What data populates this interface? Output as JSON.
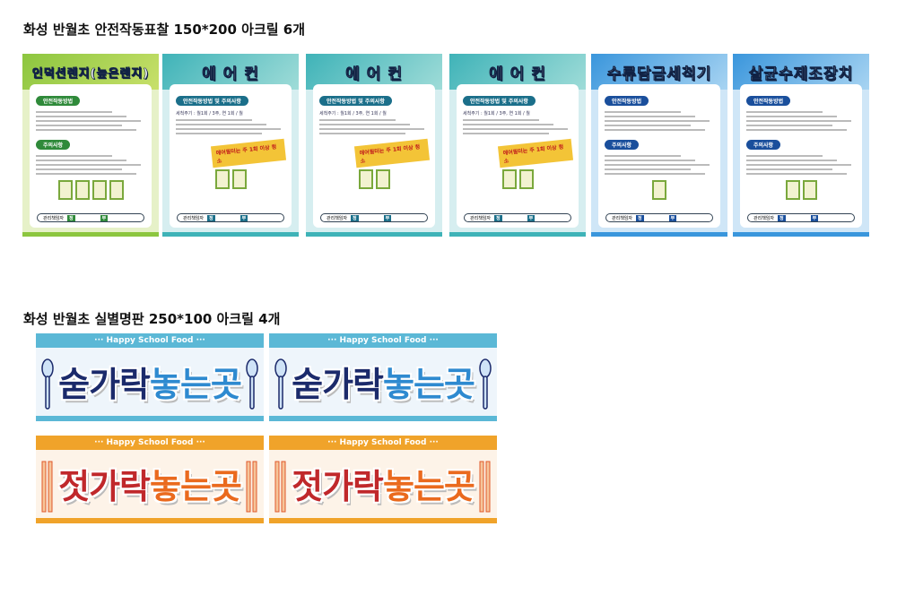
{
  "section1": {
    "heading": "화성 반월초 안전작동표찰 150*200 아크릴 6개"
  },
  "section2": {
    "heading": "화성 반월초 실별명판 250*100 아크릴 4개"
  },
  "panels": [
    {
      "title": "인덕션렌지(높은렌지)",
      "theme": "green",
      "sections": [
        "안전작동방법",
        "주의사항"
      ],
      "warning": "",
      "manager": "관리책임자",
      "primary": "정",
      "secondary": "부"
    },
    {
      "title": "에 어 컨",
      "theme": "teal",
      "sections": [
        "안전작동방법 및 주의사항"
      ],
      "tip": "세척주기 : 월1회 / 3주, 연 1회 / 월",
      "warning": "에어필터는 주 1회 이상 청소",
      "manager": "관리책임자",
      "primary": "정",
      "secondary": "부"
    },
    {
      "title": "에 어 컨",
      "theme": "teal",
      "sections": [
        "안전작동방법 및 주의사항"
      ],
      "tip": "세척주기 : 월1회 / 3주, 연 1회 / 월",
      "warning": "에어필터는 주 1회 이상 청소",
      "manager": "관리책임자",
      "primary": "정",
      "secondary": "부"
    },
    {
      "title": "에 어 컨",
      "theme": "teal",
      "sections": [
        "안전작동방법 및 주의사항"
      ],
      "tip": "세척주기 : 월1회 / 3주, 연 1회 / 월",
      "warning": "에어필터는 주 1회 이상 청소",
      "manager": "관리책임자",
      "primary": "정",
      "secondary": "부"
    },
    {
      "title": "수류담금세척기",
      "theme": "blue",
      "sections": [
        "안전작동방법",
        "주의사항"
      ],
      "warning": "",
      "manager": "관리책임자",
      "primary": "정",
      "secondary": "부"
    },
    {
      "title": "살균수제조장치",
      "theme": "blue",
      "sections": [
        "안전작동방법",
        "주의사항"
      ],
      "warning": "",
      "manager": "관리책임자",
      "primary": "정",
      "secondary": "부"
    }
  ],
  "themes": {
    "green": {
      "hdr": "#8cc63f",
      "hdr2": "#c8e06a",
      "accent": "#2f8a3a",
      "bg": "#e6f1c8"
    },
    "teal": {
      "hdr": "#3fb3b8",
      "hdr2": "#9fdcd8",
      "accent": "#1b6f8a",
      "bg": "#d6eef0"
    },
    "blue": {
      "hdr": "#3a96dc",
      "hdr2": "#a8d4f2",
      "accent": "#1a4f9c",
      "bg": "#cfe6f7"
    }
  },
  "signs": [
    {
      "banner": "···  Happy School Food  ···",
      "word1": "숟가락",
      "word2": "놓는곳",
      "kind": "spoon",
      "bar": "#5bb8d6",
      "bg": "#eef5fb",
      "c1": "#1b2a6b",
      "c2": "#2e8ad0"
    },
    {
      "banner": "···  Happy School Food  ···",
      "word1": "숟가락",
      "word2": "놓는곳",
      "kind": "spoon",
      "bar": "#5bb8d6",
      "bg": "#eef5fb",
      "c1": "#1b2a6b",
      "c2": "#2e8ad0"
    },
    {
      "banner": "···  Happy School Food  ···",
      "word1": "젓가락",
      "word2": "놓는곳",
      "kind": "chopsticks",
      "bar": "#f0a32a",
      "bg": "#fdf3e8",
      "c1": "#c0282b",
      "c2": "#ea6a1e"
    },
    {
      "banner": "···  Happy School Food  ···",
      "word1": "젓가락",
      "word2": "놓는곳",
      "kind": "chopsticks",
      "bar": "#f0a32a",
      "bg": "#fdf3e8",
      "c1": "#c0282b",
      "c2": "#ea6a1e"
    }
  ]
}
